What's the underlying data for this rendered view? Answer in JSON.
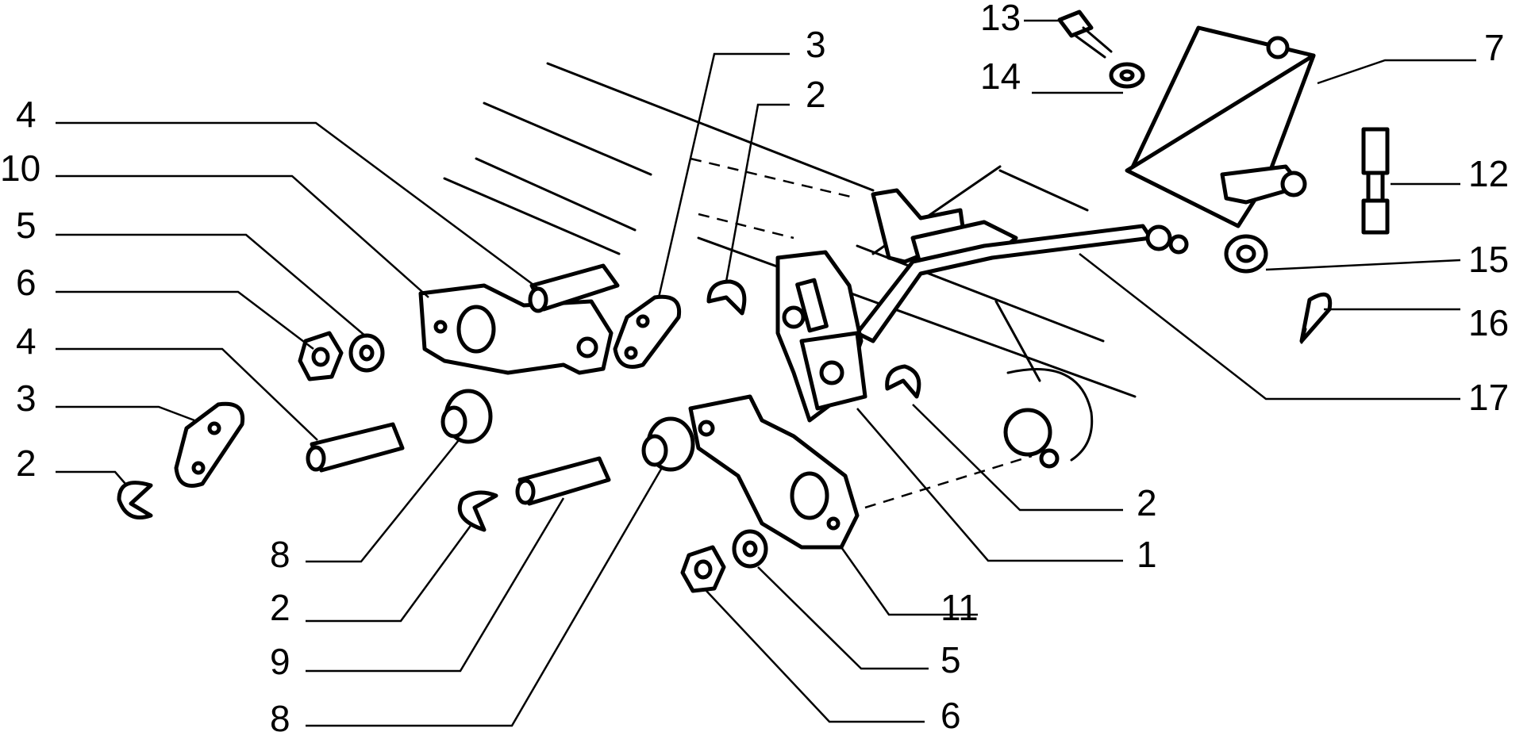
{
  "diagram": {
    "callouts": [
      {
        "id": "c4a",
        "label": "4"
      },
      {
        "id": "c10",
        "label": "10"
      },
      {
        "id": "c5a",
        "label": "5"
      },
      {
        "id": "c6a",
        "label": "6"
      },
      {
        "id": "c4b",
        "label": "4"
      },
      {
        "id": "c3a",
        "label": "3"
      },
      {
        "id": "c2a",
        "label": "2"
      },
      {
        "id": "c8a",
        "label": "8"
      },
      {
        "id": "c2b",
        "label": "2"
      },
      {
        "id": "c9",
        "label": "9"
      },
      {
        "id": "c8b",
        "label": "8"
      },
      {
        "id": "c3b",
        "label": "3"
      },
      {
        "id": "c2c",
        "label": "2"
      },
      {
        "id": "c13",
        "label": "13"
      },
      {
        "id": "c14",
        "label": "14"
      },
      {
        "id": "c7",
        "label": "7"
      },
      {
        "id": "c12",
        "label": "12"
      },
      {
        "id": "c15",
        "label": "15"
      },
      {
        "id": "c16",
        "label": "16"
      },
      {
        "id": "c17",
        "label": "17"
      },
      {
        "id": "c2d",
        "label": "2"
      },
      {
        "id": "c1",
        "label": "1"
      },
      {
        "id": "c11",
        "label": "11"
      },
      {
        "id": "c5b",
        "label": "5"
      },
      {
        "id": "c6b",
        "label": "6"
      }
    ]
  }
}
